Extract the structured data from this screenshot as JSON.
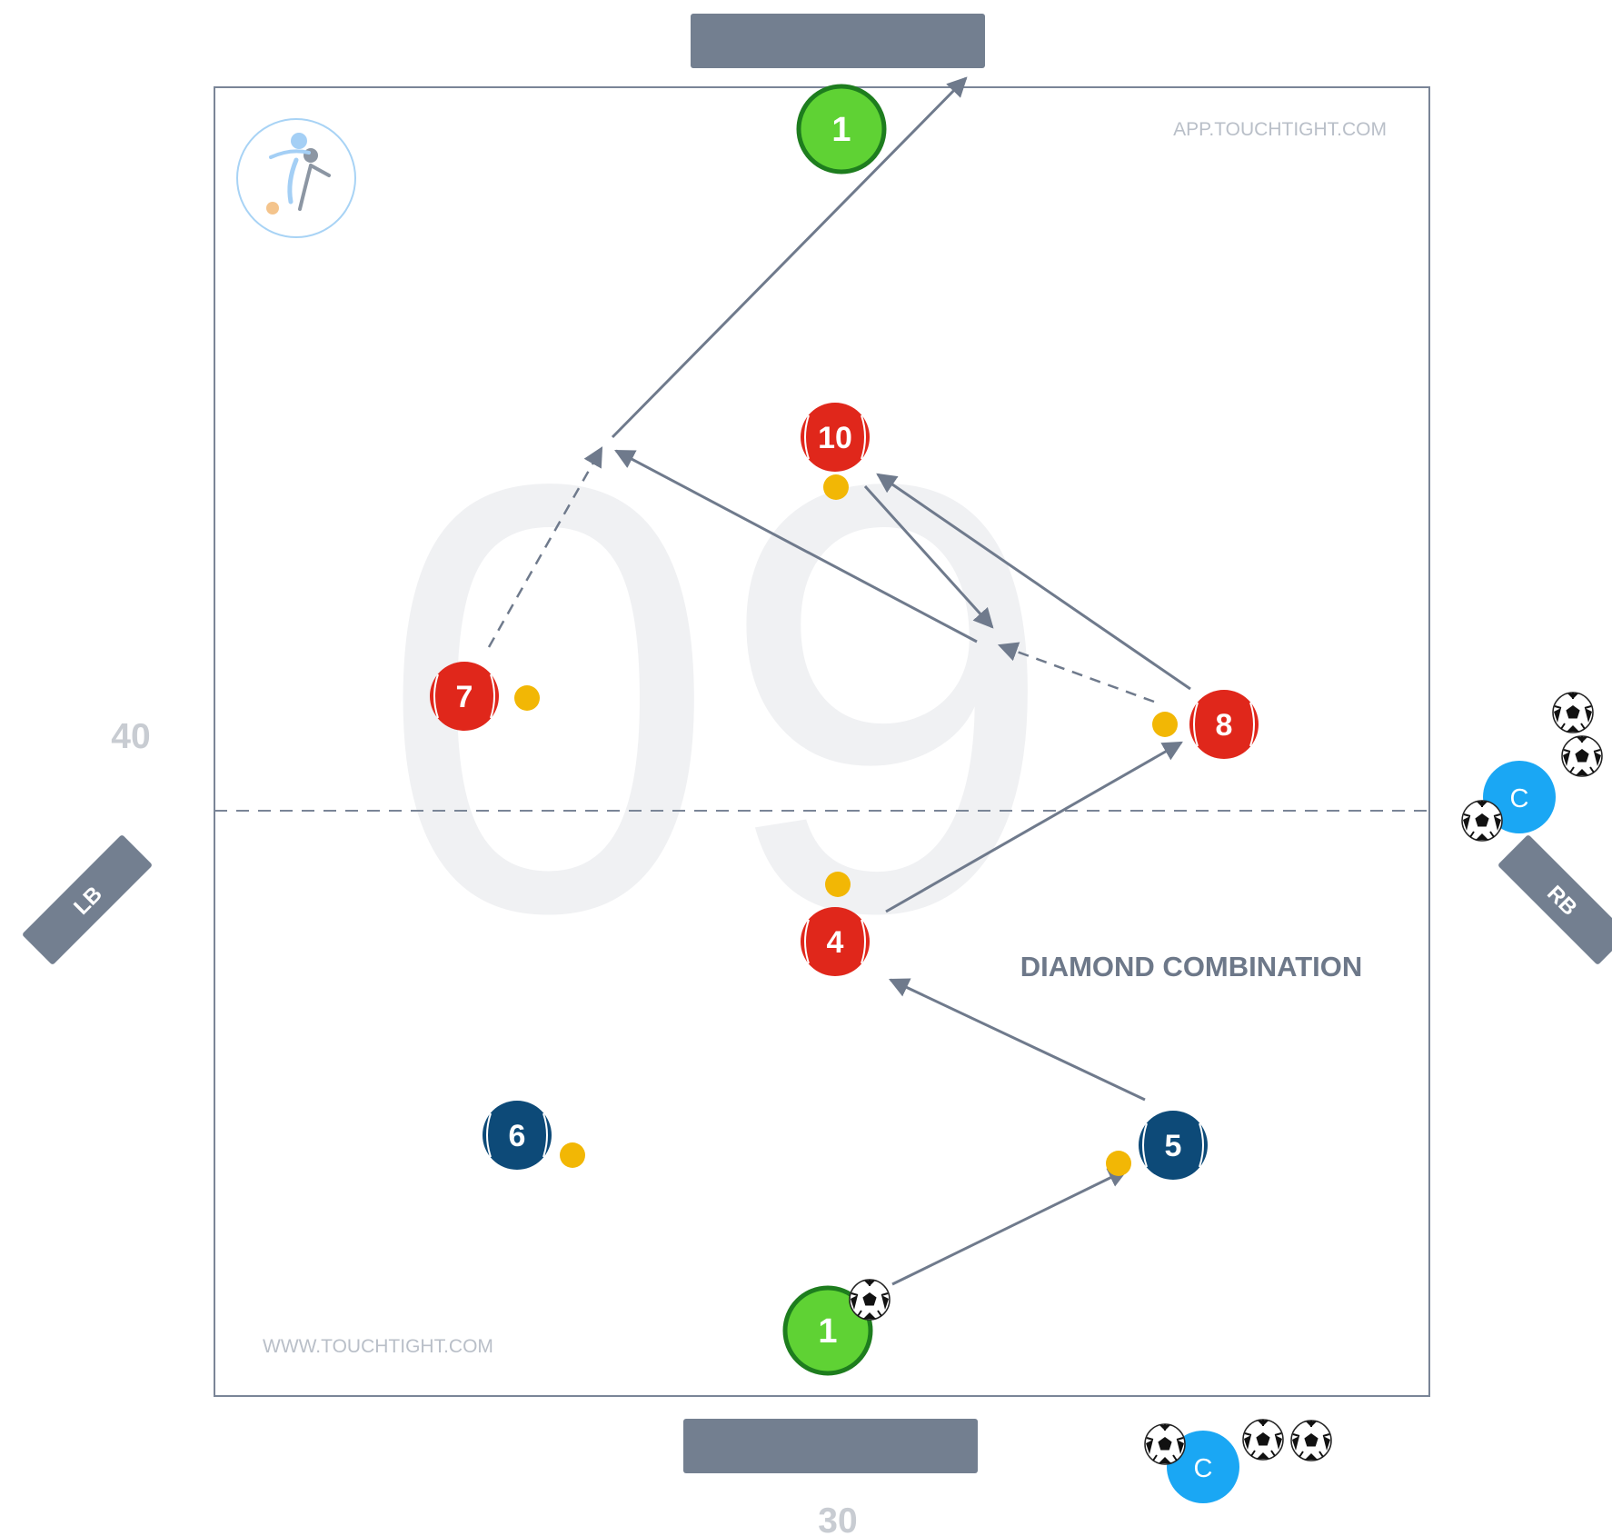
{
  "pitch": {
    "width_label": "30",
    "length_label": "40",
    "watermark_number": "09",
    "title": "DIAMOND COMBINATION",
    "brand_top": "APP.TOUCHTIGHT.COM",
    "brand_bottom": "WWW.TOUCHTIGHT.COM"
  },
  "mannequins": {
    "left_label": "LB",
    "right_label": "RB"
  },
  "players": {
    "gk_top": "1",
    "gk_bottom": "1",
    "p10": "10",
    "p7": "7",
    "p8": "8",
    "p4": "4",
    "p6": "6",
    "p5": "5"
  },
  "coaches": {
    "right": "C",
    "bottom": "C"
  },
  "colors": {
    "field_line": "#7a8597",
    "goal": "#737f90",
    "arrow": "#6f7a8c",
    "red_player": "#e0271b",
    "blue_player": "#0d4a78",
    "goalkeeper": "#5fd234",
    "goalkeeper_border": "#1e7d1e",
    "coach": "#1aa7f4",
    "cone": "#f2b705",
    "watermark": "#f0f1f3",
    "title_text": "#6d7889",
    "dimension_text": "#c8ccd2"
  }
}
